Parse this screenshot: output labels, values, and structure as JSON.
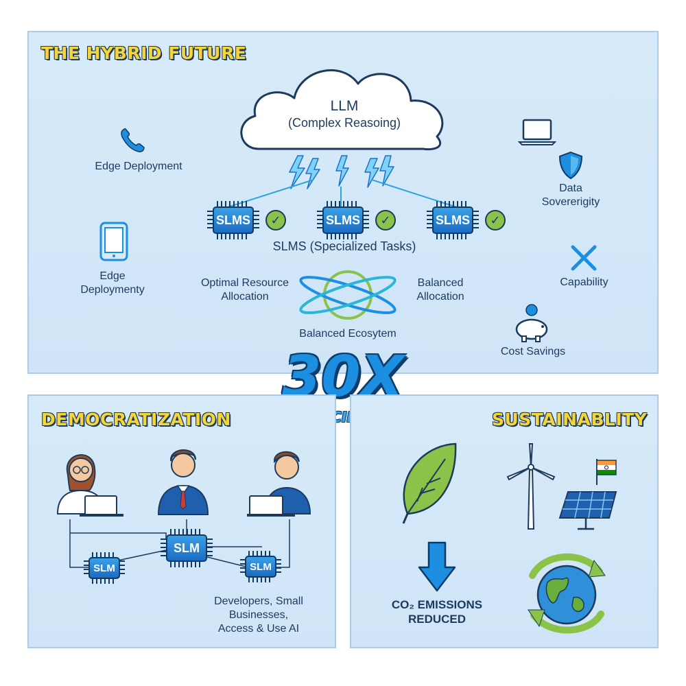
{
  "hybrid": {
    "title": "THE HYBRID FUTURE",
    "llm_label": "LLM",
    "llm_sub": "(Complex Reasoing)",
    "slm_chips": [
      "SLMS",
      "SLMS",
      "SLMS"
    ],
    "slms_caption": "SLMS (Specialized Tasks)",
    "optimal_resource": "Optimal Resource\nAllocation",
    "balanced_allocation": "Balanced\nAllocation",
    "balanced_ecosystem": "Balanced Ecosytem",
    "left_labels": {
      "edge_deployment_1": "Edge Deployment",
      "edge_deployment_2": "Edge\nDeploymenty"
    },
    "right_labels": {
      "data_sovereignty": "Data\nSovererigity",
      "capability": "Capability",
      "cost_savings": "Cost Savings"
    }
  },
  "center": {
    "big_number": "30X",
    "sub": "EFFICIENCY"
  },
  "democratization": {
    "title": "DEMOCRATIZATION",
    "center_chip": "SLM",
    "side_chips": [
      "SLM",
      "SLM"
    ],
    "caption": "Developers, Small\nBusinesses,\nAccess & Use AI"
  },
  "sustainability": {
    "title": "SUSTAINABLITY",
    "co2_label": "CO₂ EMISSIONS\nREDUCED"
  },
  "icons": {
    "phone": "phone-icon",
    "tablet": "tablet-icon",
    "laptop": "laptop-icon",
    "shield": "shield-icon",
    "cross": "x-icon",
    "piggy": "piggy-bank-icon",
    "leaf": "leaf-icon",
    "wind": "wind-turbine-icon",
    "solar": "solar-panel-icon",
    "arrow": "down-arrow-icon",
    "globe": "recycling-globe-icon"
  },
  "colors": {
    "panel_bg": "#d6eaf9",
    "title_yellow": "#f6d53a",
    "chip_blue": "#1a6cc2",
    "check_green": "#8bc34a",
    "big_blue": "#1d8fe0"
  }
}
